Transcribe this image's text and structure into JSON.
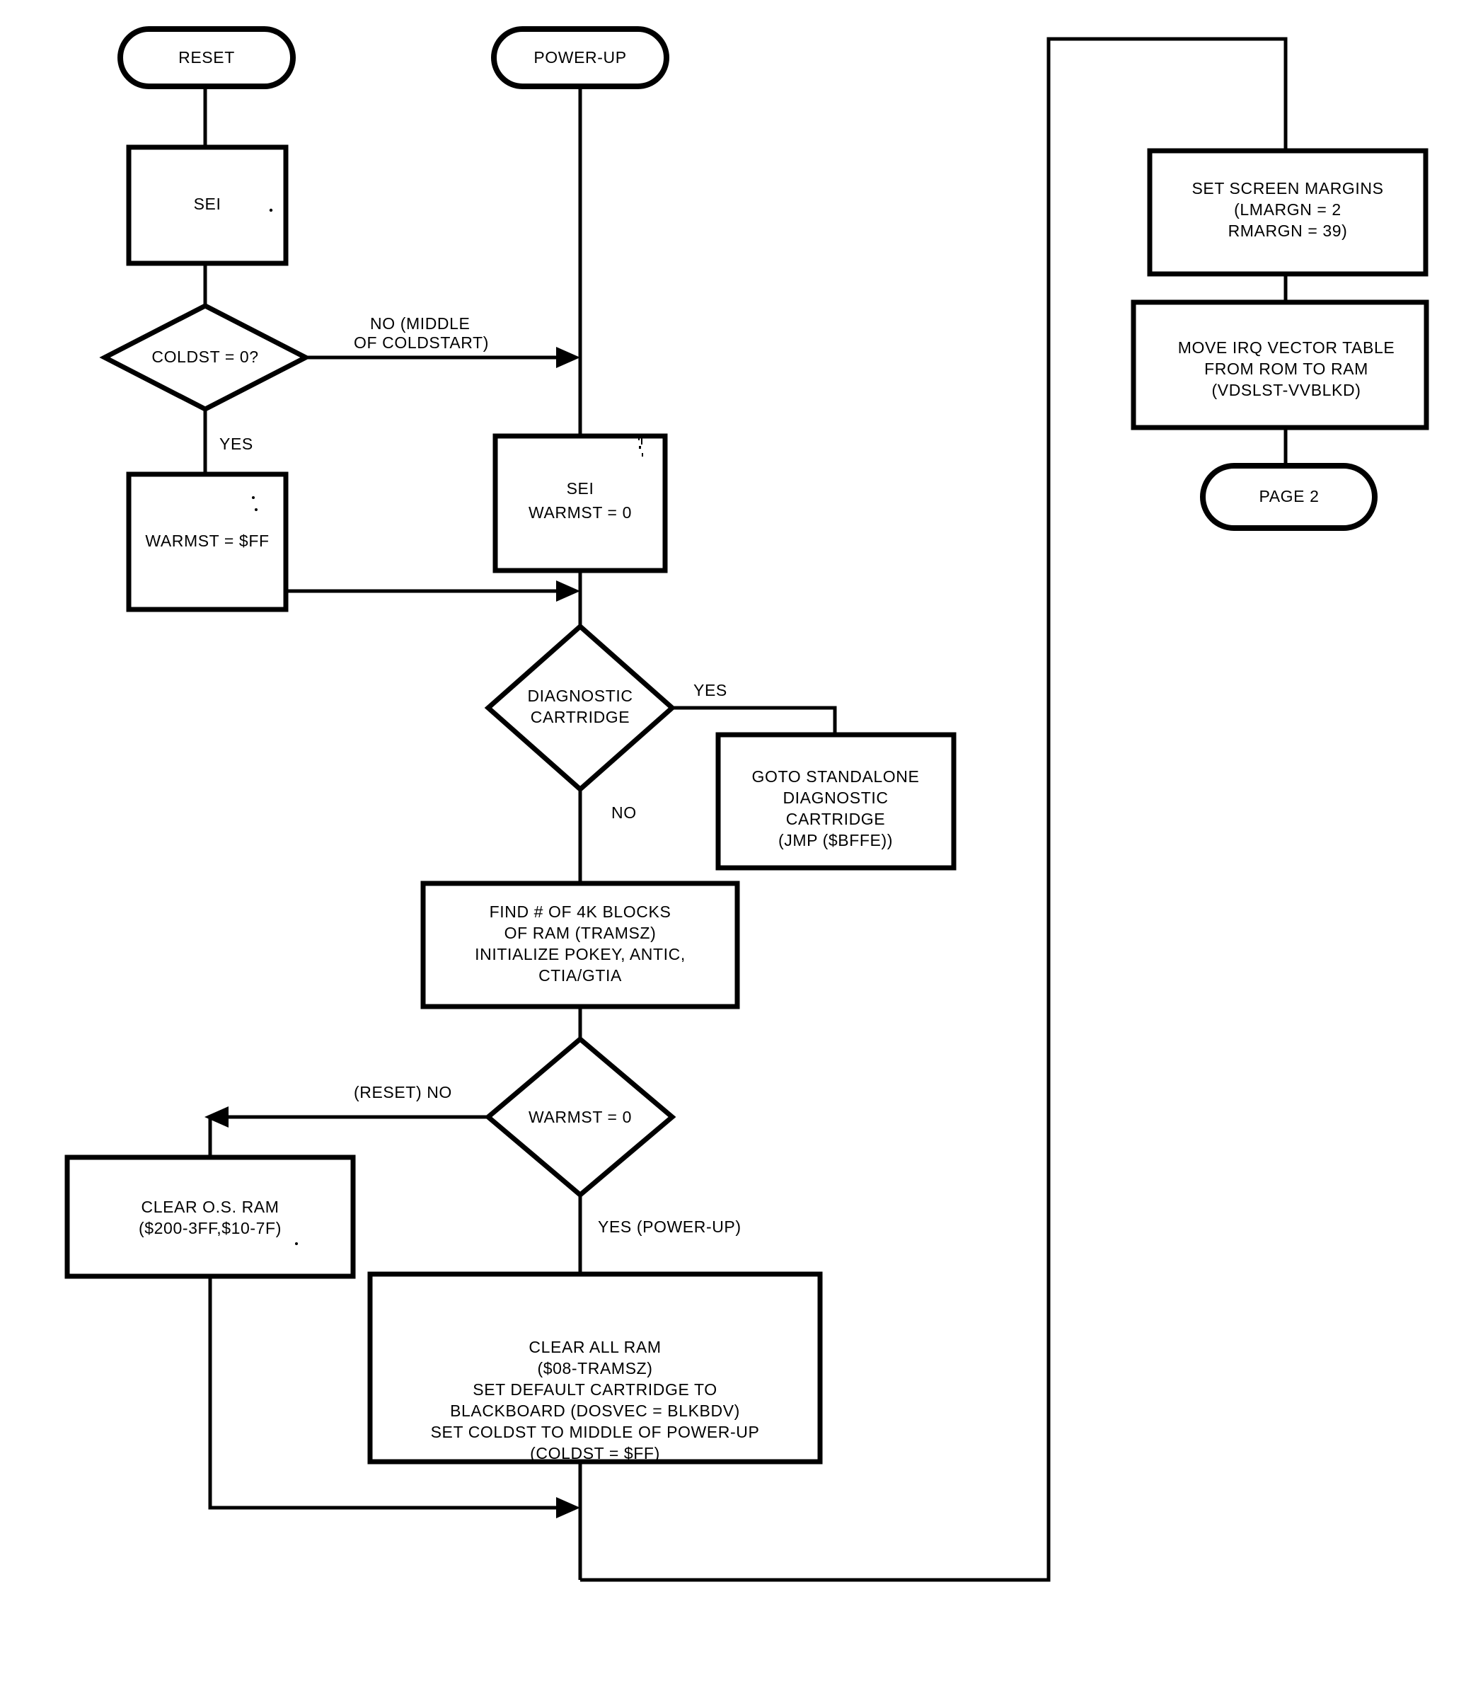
{
  "diagram": {
    "title": "Atari OS RESET / POWER-UP initialization flowchart (Page 1)",
    "type": "flowchart",
    "page_label": "PAGE 2",
    "nodes": [
      {
        "id": "reset",
        "shape": "terminator",
        "lines": [
          "RESET"
        ]
      },
      {
        "id": "sei",
        "shape": "process",
        "lines": [
          "SEI"
        ]
      },
      {
        "id": "coldst",
        "shape": "decision",
        "lines": [
          "COLDST = 0?"
        ]
      },
      {
        "id": "warmst_ff",
        "shape": "process",
        "lines": [
          "WARMST = $FF"
        ]
      },
      {
        "id": "powerup",
        "shape": "terminator",
        "lines": [
          "POWER-UP"
        ]
      },
      {
        "id": "sei_warmst0",
        "shape": "process",
        "lines": [
          "SEI",
          "WARMST = 0"
        ]
      },
      {
        "id": "diag_cart",
        "shape": "decision",
        "lines": [
          "DIAGNOSTIC",
          "CARTRIDGE"
        ]
      },
      {
        "id": "goto_diag",
        "shape": "process",
        "lines": [
          "GOTO STANDALONE",
          "DIAGNOSTIC",
          "CARTRIDGE",
          "(JMP ($BFFE))"
        ]
      },
      {
        "id": "find_ram",
        "shape": "process",
        "lines": [
          "FIND # OF 4K BLOCKS",
          "OF RAM (TRAMSZ)",
          "INITIALIZE POKEY, ANTIC,",
          "CTIA/GTIA"
        ]
      },
      {
        "id": "warmst_q",
        "shape": "decision",
        "lines": [
          "WARMST = 0"
        ]
      },
      {
        "id": "clear_os_ram",
        "shape": "process",
        "lines": [
          "CLEAR O.S. RAM",
          "($200-3FF,$10-7F)"
        ]
      },
      {
        "id": "clear_all_ram",
        "shape": "process",
        "lines": [
          "CLEAR ALL RAM",
          "($08-TRAMSZ)",
          "SET DEFAULT CARTRIDGE TO",
          "BLACKBOARD (DOSVEC = BLKBDV)",
          "SET COLDST TO MIDDLE OF POWER-UP",
          "(COLDST =  $FF)"
        ]
      },
      {
        "id": "set_margins",
        "shape": "process",
        "lines": [
          "SET SCREEN MARGINS",
          "(LMARGN =  2",
          "RMARGN = 39)"
        ]
      },
      {
        "id": "move_irq",
        "shape": "process",
        "lines": [
          "MOVE IRQ VECTOR TABLE",
          "FROM ROM TO RAM",
          "(VDSLST-VVBLKD)"
        ]
      },
      {
        "id": "page2",
        "shape": "terminator",
        "lines": [
          "PAGE 2"
        ]
      }
    ],
    "edge_labels": [
      {
        "id": "no_middle_coldstart",
        "lines": [
          "NO (MIDDLE",
          "OF COLDSTART)"
        ]
      },
      {
        "id": "yes_coldst",
        "lines": [
          "YES"
        ]
      },
      {
        "id": "yes_diag",
        "lines": [
          "YES"
        ]
      },
      {
        "id": "no_diag",
        "lines": [
          "NO"
        ]
      },
      {
        "id": "reset_no",
        "lines": [
          "(RESET) NO"
        ]
      },
      {
        "id": "yes_powerup",
        "lines": [
          "YES (POWER-UP)"
        ]
      }
    ],
    "colors": {
      "stroke": "#000000",
      "fill": "#ffffff",
      "background": "#ffffff"
    }
  }
}
